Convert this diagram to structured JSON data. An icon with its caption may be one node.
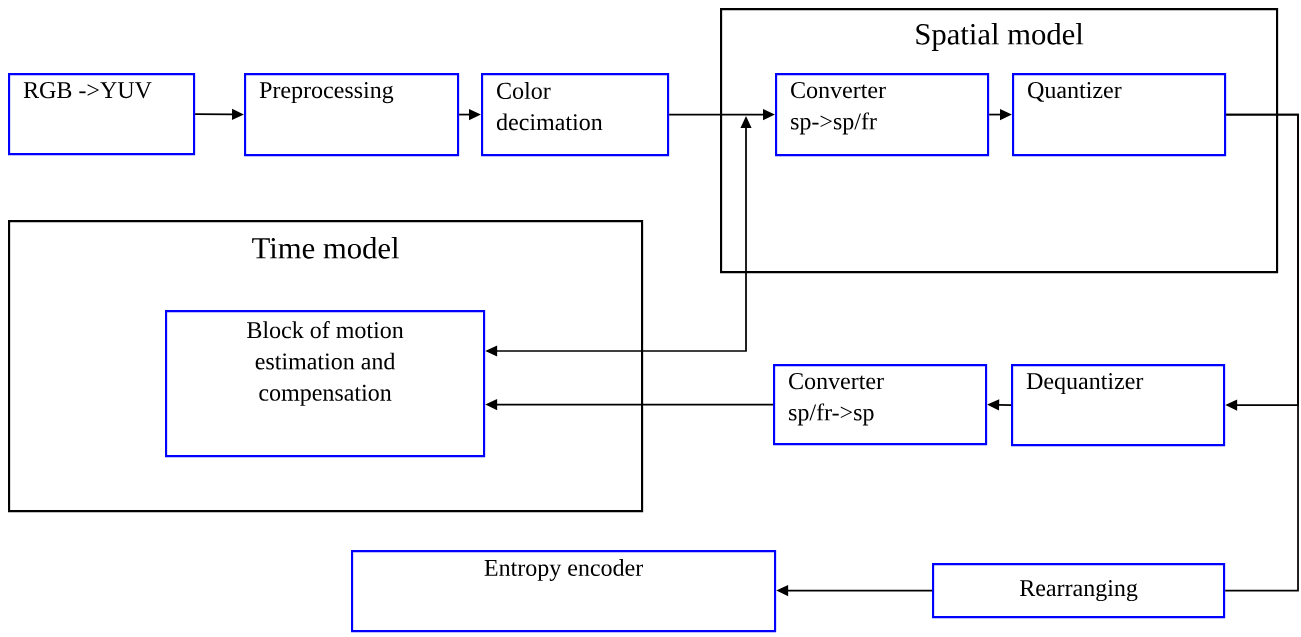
{
  "diagram": {
    "nodes": [
      {
        "text": [
          "RGB ->YUV"
        ]
      },
      {
        "text": [
          "Preprocessing"
        ]
      },
      {
        "text": [
          "Color decimation"
        ]
      },
      {
        "text": [
          "Spatial model"
        ]
      },
      {
        "text": [
          "Converter sp->sp/fr"
        ],
        "in": 3
      },
      {
        "text": [
          "Quantizer"
        ],
        "in": 3
      },
      {
        "text": [
          "Time model"
        ]
      },
      {
        "text": [
          "Block of motion estimation and compensation"
        ],
        "in": 6
      },
      {
        "text": [
          "Converter sp/fr->sp"
        ]
      },
      {
        "text": [
          "Dequantizer"
        ]
      },
      {
        "text": [
          "Entropy encoder"
        ]
      },
      {
        "text": [
          "Rearranging"
        ]
      }
    ],
    "edges": [
      {
        "from": 0,
        "to": 1,
        "arrow": "to"
      },
      {
        "from": 1,
        "to": 2,
        "arrow": "to"
      },
      {
        "from": 2,
        "to": 4,
        "arrow": "to"
      },
      {
        "from": 4,
        "to": 5,
        "arrow": "to"
      },
      {
        "from": 5,
        "to": 9,
        "arrow": "to"
      },
      {
        "from": 5,
        "to": 11,
        "arrow": "none"
      },
      {
        "from": 9,
        "to": 8,
        "arrow": "to"
      },
      {
        "from": 8,
        "to": 7,
        "arrow": "to"
      },
      {
        "from": 11,
        "to": 10,
        "arrow": "to"
      },
      {
        "from": 7,
        "to": 4,
        "arrow": "both"
      }
    ]
  }
}
